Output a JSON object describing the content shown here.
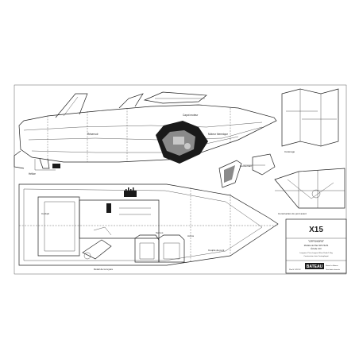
{
  "title_block": {
    "model_name": "X15",
    "subtitle": "\"OFFSHORE\"",
    "line1": "Modèle de Plan SP1742/S",
    "line2": "Échelle 1/10",
    "line3": "Longueur 71cm   Largeur 30cm   Poids 1.5kg",
    "line4": "Construction: bois Contreplaqué",
    "line5": "",
    "logo_text": "BATEAU",
    "footer_left": "Plan N° SP1742",
    "footer_mid": "Revue Le Bateau",
    "footer_right": "Tous droits réservés"
  },
  "notes": {
    "n1": "Couple de pont",
    "n2": "Moteur thermique",
    "n3": "Réservoir",
    "n4": "Gouvernail",
    "n5": "Capot moteur",
    "n6": "Cockpit",
    "n7": "Servos",
    "n8": "Accus",
    "n9": "Hélice",
    "n10": "Carénage",
    "n11": "Détail de la tuyère",
    "n12": "Construction du pont avant"
  },
  "colors": {
    "ink": "#222222",
    "paper": "#ffffff",
    "shade": "#8a8a8a"
  }
}
